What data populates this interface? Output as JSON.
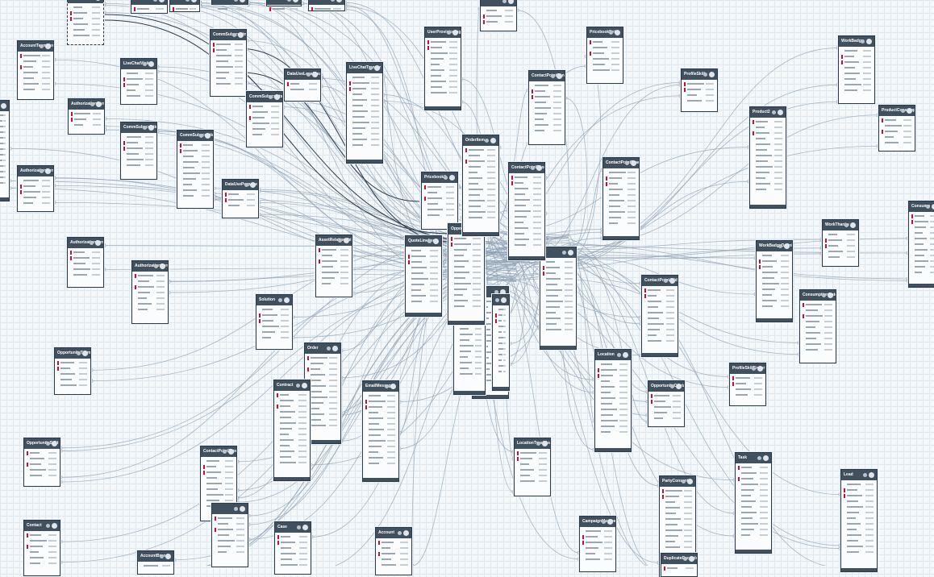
{
  "diagram": {
    "colors": {
      "edge": "#8fa1b3",
      "edge_dark": "#2f3d4c",
      "header": "#41505f",
      "required": "#c8102e"
    },
    "nodes": [
      {
        "id": "n_top1",
        "title": "",
        "dark_links": true
      },
      {
        "id": "n_top2",
        "title": ""
      },
      {
        "id": "n_top3",
        "title": ""
      },
      {
        "id": "n_top4",
        "title": ""
      },
      {
        "id": "n_top5",
        "title": ""
      },
      {
        "id": "n_top6",
        "title": ""
      },
      {
        "id": "n_top7",
        "title": ""
      },
      {
        "id": "n_left0",
        "title": ""
      },
      {
        "id": "AccountTeamMem",
        "title": "AccountTeamMem"
      },
      {
        "id": "LiveChatVisitor",
        "title": "LiveChatVisitor"
      },
      {
        "id": "CommSubscriptn",
        "title": "CommSubscriptn"
      },
      {
        "id": "DataUseLegalBas",
        "title": "DataUseLegalBas"
      },
      {
        "id": "LiveChatTranscr",
        "title": "LiveChatTranscr"
      },
      {
        "id": "UserProvisioning",
        "title": "UserProvisioningF"
      },
      {
        "id": "PricebookEntry",
        "title": "PricebookEntry"
      },
      {
        "id": "WorkBadge",
        "title": "WorkBadge"
      },
      {
        "id": "AuthorizationForm1",
        "title": "AuthorizationForm"
      },
      {
        "id": "CommSubscripts",
        "title": "CommSubscripts"
      },
      {
        "id": "ContactPointCons",
        "title": "ContactPointCons"
      },
      {
        "id": "ProfileSkill",
        "title": "ProfileSkill"
      },
      {
        "id": "ProductConsump",
        "title": "ProductConsump"
      },
      {
        "id": "CommSubscription",
        "title": "CommSubscriptio"
      },
      {
        "id": "CommSubscriptio2",
        "title": "CommSubscriptio"
      },
      {
        "id": "Product2",
        "title": "Product2"
      },
      {
        "id": "AuthorizationForm2",
        "title": "AuthorizationForm"
      },
      {
        "id": "DataUsePurpose",
        "title": "DataUsePurpose"
      },
      {
        "id": "OrderItem",
        "title": "OrderItem"
      },
      {
        "id": "Pricebook2",
        "title": "Pricebook2"
      },
      {
        "id": "ContactPointPhon",
        "title": "ContactPointPhon"
      },
      {
        "id": "ContactPointEma",
        "title": "ContactPointEma"
      },
      {
        "id": "AuthorizationForm3",
        "title": "AuthorizationForm"
      },
      {
        "id": "AssetRelationship",
        "title": "AssetRelationship"
      },
      {
        "id": "QuoteLineItem",
        "title": "QuoteLineItem"
      },
      {
        "id": "Oppo",
        "title": "Oppo"
      },
      {
        "id": "CenterHub",
        "title": "r"
      },
      {
        "id": "WorkThanks",
        "title": "WorkThanks"
      },
      {
        "id": "Consump",
        "title": "Consump"
      },
      {
        "id": "AuthorizationForm4",
        "title": "AuthorizationForm"
      },
      {
        "id": "WorkBadgeDefinit",
        "title": "WorkBadgeDefinit"
      },
      {
        "id": "ContactPointAddr",
        "title": "ContactPointAddr"
      },
      {
        "id": "ConsumptionRate",
        "title": "ConsumptionRate"
      },
      {
        "id": "Solution",
        "title": "Solution"
      },
      {
        "id": "OpportunityTeam",
        "title": "OpportunityTeam"
      },
      {
        "id": "Order",
        "title": "Order"
      },
      {
        "id": "Location",
        "title": "Location"
      },
      {
        "id": "ProfileSkillEndor",
        "title": "ProfileSkillEndor"
      },
      {
        "id": "Contract",
        "title": "Contract"
      },
      {
        "id": "EmailMessage",
        "title": "EmailMessage"
      },
      {
        "id": "OpportunityConta",
        "title": "OpportunityConta"
      },
      {
        "id": "OpportunitySplit",
        "title": "OpportunitySplit"
      },
      {
        "id": "ContactPointType",
        "title": "ContactPointType"
      },
      {
        "id": "LocationTrustMea",
        "title": "LocationTrustMea"
      },
      {
        "id": "Task",
        "title": "Task"
      },
      {
        "id": "Lead",
        "title": "Lead"
      },
      {
        "id": "PartyConsent",
        "title": "PartyConsent"
      },
      {
        "id": "Contact",
        "title": "Contact"
      },
      {
        "id": "AccountBrand",
        "title": "AccountBrand"
      },
      {
        "id": "Case",
        "title": "Case"
      },
      {
        "id": "Account",
        "title": "Account"
      },
      {
        "id": "CampaignMember",
        "title": "CampaignMember"
      },
      {
        "id": "DuplicateRecords",
        "title": "DuplicateRecords"
      },
      {
        "id": "n_mid1",
        "title": ""
      },
      {
        "id": "n_mid2",
        "title": ""
      },
      {
        "id": "n_mid3",
        "title": ""
      },
      {
        "id": "n_low1",
        "title": ""
      }
    ]
  }
}
